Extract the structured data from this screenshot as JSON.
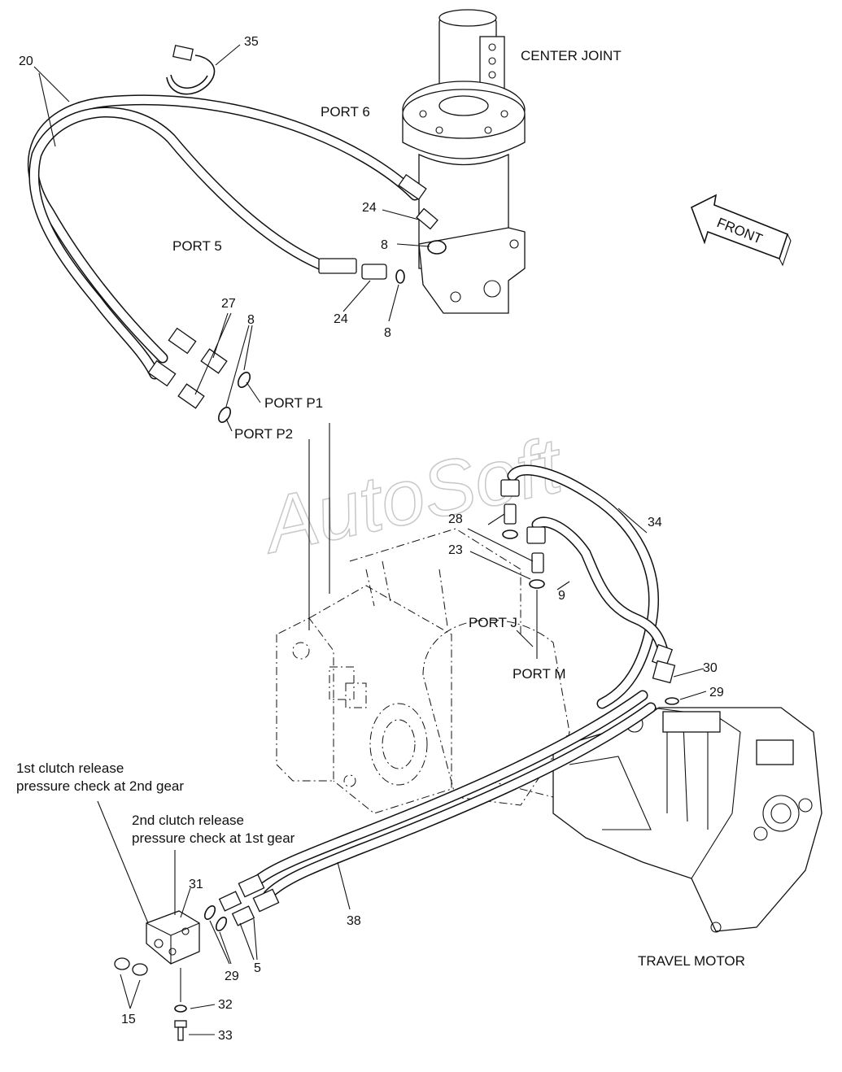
{
  "labels": {
    "center_joint": "CENTER JOINT",
    "port6": "PORT 6",
    "port5": "PORT 5",
    "front": "FRONT",
    "port_p1": "PORT P1",
    "port_p2": "PORT P2",
    "port_j": "PORT J",
    "port_m": "PORT M",
    "travel_motor": "TRAVEL MOTOR",
    "check1_line1": "1st clutch release",
    "check1_line2": "pressure check at 2nd gear",
    "check2_line1": "2nd clutch release",
    "check2_line2": "pressure check at 1st gear",
    "watermark": "AutoSoft"
  },
  "callouts": {
    "c35": "35",
    "c20": "20",
    "c24a": "24",
    "c8a": "8",
    "c24b": "24",
    "c8b": "8",
    "c27": "27",
    "c8c": "8",
    "c28": "28",
    "c23": "23",
    "c34": "34",
    "c9": "9",
    "c30": "30",
    "c29a": "29",
    "c31": "31",
    "c29b": "29",
    "c5": "5",
    "c38": "38",
    "c15": "15",
    "c32": "32",
    "c33": "33"
  }
}
